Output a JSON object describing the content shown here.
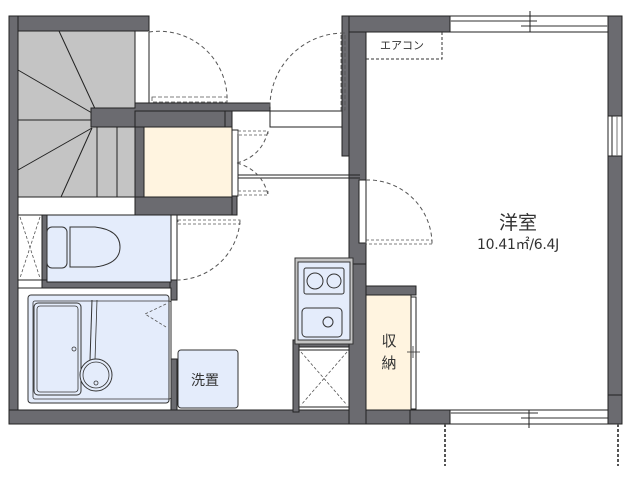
{
  "floor_plan": {
    "colors": {
      "wall": "#6b6b70",
      "wall_outline": "#222222",
      "stairs": "#c4c4c4",
      "closet": "#fff4e0",
      "wet_area": "#e4ecfb",
      "floor": "#ffffff"
    },
    "rooms": {
      "western_room": {
        "name": "洋室",
        "area": "10.41㎡/6.4J"
      },
      "aircon": {
        "label": "エアコン"
      },
      "washer": {
        "label": "洗置"
      },
      "storage": {
        "label": "収納"
      }
    }
  }
}
